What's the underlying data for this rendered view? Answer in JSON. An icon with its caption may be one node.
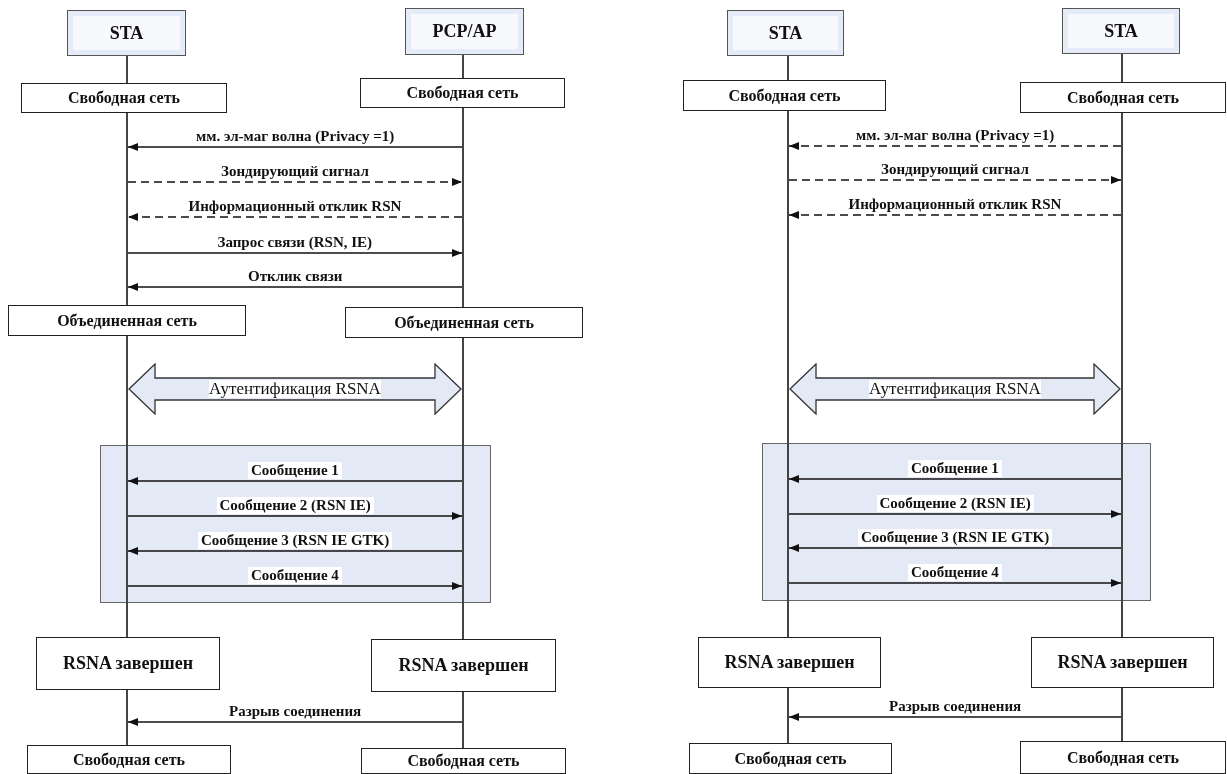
{
  "diagram": {
    "nodes": [
      {
        "text": [
          "STA"
        ]
      },
      {
        "text": [
          "PCP/AP"
        ]
      },
      {
        "text": [],
        "shape": "line"
      },
      {
        "text": [],
        "shape": "line"
      },
      {
        "text": [
          "Свободная сеть"
        ]
      },
      {
        "text": [
          "Свободная сеть"
        ]
      },
      {
        "text": [],
        "shape": "line"
      },
      {
        "text": [],
        "shape": "line"
      },
      {
        "text": [
          "Объединенная сеть"
        ]
      },
      {
        "text": [
          "Объединенная сеть"
        ]
      },
      {
        "text": [],
        "shape": "line"
      },
      {
        "text": [],
        "shape": "line"
      },
      {
        "text": [
          "Аутентификация RSNA"
        ]
      },
      {
        "text": [
          "RSNA завершен"
        ]
      },
      {
        "text": [
          "RSNA завершен"
        ]
      },
      {
        "text": [],
        "shape": "line"
      },
      {
        "text": [],
        "shape": "line"
      },
      {
        "text": [
          "Свободная сеть"
        ]
      },
      {
        "text": [
          "Свободная сеть"
        ]
      },
      {
        "text": [
          "STA"
        ]
      },
      {
        "text": [
          "STA"
        ]
      },
      {
        "text": [],
        "shape": "line"
      },
      {
        "text": [],
        "shape": "line"
      },
      {
        "text": [
          "Свободная сеть"
        ]
      },
      {
        "text": [
          "Свободная сеть"
        ]
      },
      {
        "text": [],
        "shape": "line"
      },
      {
        "text": [],
        "shape": "line"
      },
      {
        "text": [
          "Аутентификация RSNA"
        ]
      },
      {
        "text": [
          "RSNA завершен"
        ]
      },
      {
        "text": [
          "RSNA завершен"
        ]
      },
      {
        "text": [],
        "shape": "line"
      },
      {
        "text": [],
        "shape": "line"
      },
      {
        "text": [
          "Свободная сеть"
        ]
      },
      {
        "text": [
          "Свободная сеть"
        ]
      }
    ],
    "edges": [
      {
        "from": 7,
        "to": 6,
        "arrow": "to",
        "label": "мм. эл-маг волна (Privacy =1)"
      },
      {
        "from": 6,
        "to": 7,
        "arrow": "to",
        "label": "Зондирующий сигнал",
        "style": "dashed"
      },
      {
        "from": 7,
        "to": 6,
        "arrow": "to",
        "label": "Информационный отклик RSN",
        "style": "dashed"
      },
      {
        "from": 6,
        "to": 7,
        "arrow": "to",
        "label": "Запрос связи (RSN, IE)"
      },
      {
        "from": 7,
        "to": 6,
        "arrow": "to",
        "label": "Отклик связи"
      },
      {
        "from": 11,
        "to": 10,
        "arrow": "to",
        "label": "Сообщение 1"
      },
      {
        "from": 10,
        "to": 11,
        "arrow": "to",
        "label": "Сообщение 2 (RSN IE)"
      },
      {
        "from": 11,
        "to": 10,
        "arrow": "to",
        "label": "Сообщение 3 (RSN IE GTK)"
      },
      {
        "from": 10,
        "to": 11,
        "arrow": "to",
        "label": "Сообщение 4"
      },
      {
        "from": 16,
        "to": 15,
        "arrow": "to",
        "label": "Разрыв соединения"
      },
      {
        "from": 26,
        "to": 25,
        "arrow": "to",
        "label": "мм. эл-маг волна (Privacy =1)",
        "style": "dashed"
      },
      {
        "from": 25,
        "to": 26,
        "arrow": "to",
        "label": "Зондирующий сигнал",
        "style": "dashed"
      },
      {
        "from": 26,
        "to": 25,
        "arrow": "to",
        "label": "Информационный отклик RSN",
        "style": "dashed"
      },
      {
        "from": 26,
        "to": 25,
        "arrow": "to",
        "label": "Сообщение 1"
      },
      {
        "from": 25,
        "to": 26,
        "arrow": "to",
        "label": "Сообщение 2 (RSN IE)"
      },
      {
        "from": 26,
        "to": 25,
        "arrow": "to",
        "label": "Сообщение 3 (RSN IE GTK)"
      },
      {
        "from": 25,
        "to": 26,
        "arrow": "to",
        "label": "Сообщение 4"
      },
      {
        "from": 31,
        "to": 30,
        "arrow": "to",
        "label": "Разрыв соединения"
      }
    ]
  }
}
